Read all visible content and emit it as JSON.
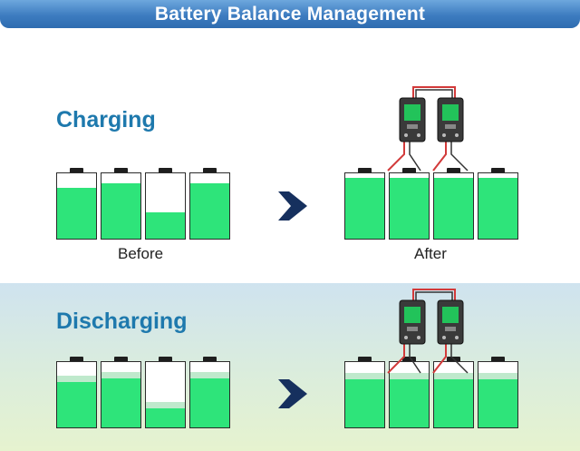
{
  "header": {
    "title": "Battery Balance Management"
  },
  "sections": {
    "charging": {
      "title": "Charging"
    },
    "discharging": {
      "title": "Discharging"
    }
  },
  "captions": {
    "before": "Before",
    "after": "After"
  },
  "charging": {
    "before_levels": [
      0.79,
      0.86,
      0.41,
      0.86
    ],
    "after_levels": [
      0.95,
      0.95,
      0.95,
      0.95
    ]
  },
  "discharging": {
    "before_levels": [
      0.8,
      0.86,
      0.4,
      0.86
    ],
    "after_levels": [
      0.84,
      0.84,
      0.84,
      0.84
    ]
  },
  "colors": {
    "battery_fill": "#2ee47a",
    "header": "#3d7cc0",
    "title": "#1e79ad",
    "arrow": "#16305e",
    "wire_red": "#d23a3a",
    "module_screen": "#22c35a"
  }
}
